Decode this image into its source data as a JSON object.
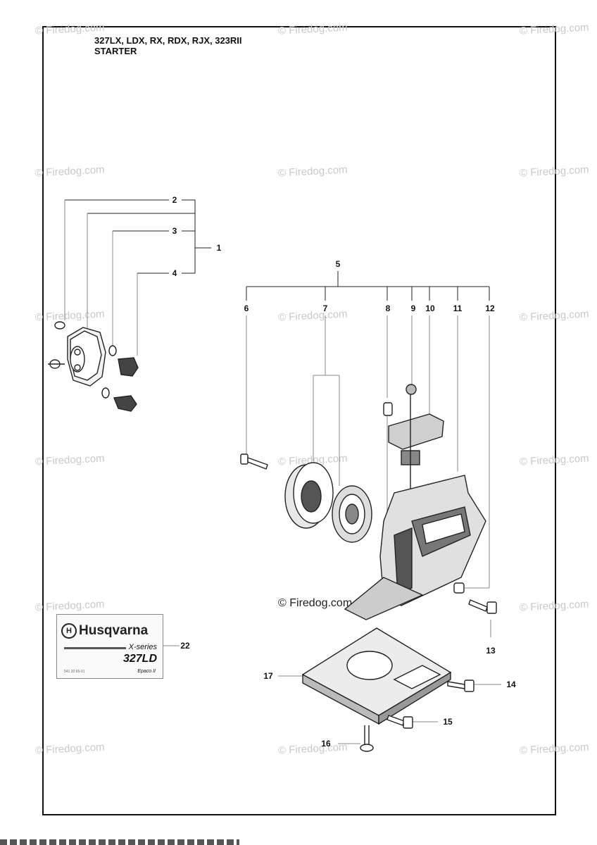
{
  "header": {
    "models": "327LX, LDX, RX, RDX, RJX, 323RII",
    "section": "STARTER"
  },
  "watermark": {
    "text": "© Firedog.com"
  },
  "callouts": [
    "1",
    "2",
    "3",
    "4",
    "5",
    "6",
    "7",
    "8",
    "9",
    "10",
    "11",
    "12",
    "13",
    "14",
    "15",
    "16",
    "17",
    "22"
  ],
  "decal": {
    "brand": "Husqvarna",
    "series": "X-series",
    "model": "327LD",
    "fine_print": "541 20 65-01",
    "epa": "Epaco II"
  },
  "colors": {
    "line": "#222222",
    "watermark": "#c9c9c9"
  }
}
